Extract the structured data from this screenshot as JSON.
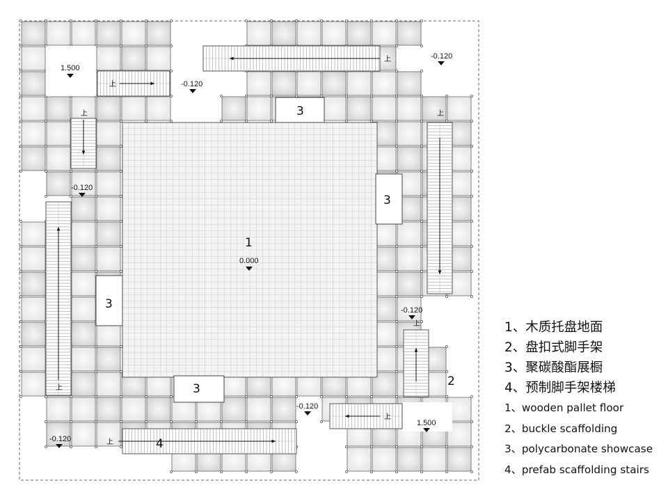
{
  "zones": {
    "floor": "1",
    "showcase_top": "3",
    "showcase_right": "3",
    "showcase_left": "3",
    "showcase_bottom": "3",
    "scaffold": "2",
    "stairs": "4"
  },
  "levels": {
    "center": "0.000",
    "top_left_platform": "1.500",
    "bottom_right_platform": "1.500",
    "top_mid": "-0.120",
    "top_right": "-0.120",
    "left_mid": "-0.120",
    "right_mid": "-0.120",
    "bottom_mid": "-0.120",
    "bottom_left": "-0.120"
  },
  "stair_up_label": "上",
  "legend": {
    "cn": [
      "1、木质托盘地面",
      "2、盘扣式脚手架",
      "3、聚碳酸酯展橱",
      "4、预制脚手架楼梯"
    ],
    "en": [
      "1、wooden pallet floor",
      "2、buckle scaffolding",
      "3、polycarbonate showcase",
      "4、prefab scaffolding stairs"
    ]
  },
  "colors": {
    "line": "#555555",
    "cell_dark": "#cfcfcf",
    "cell_light": "#ececec"
  }
}
